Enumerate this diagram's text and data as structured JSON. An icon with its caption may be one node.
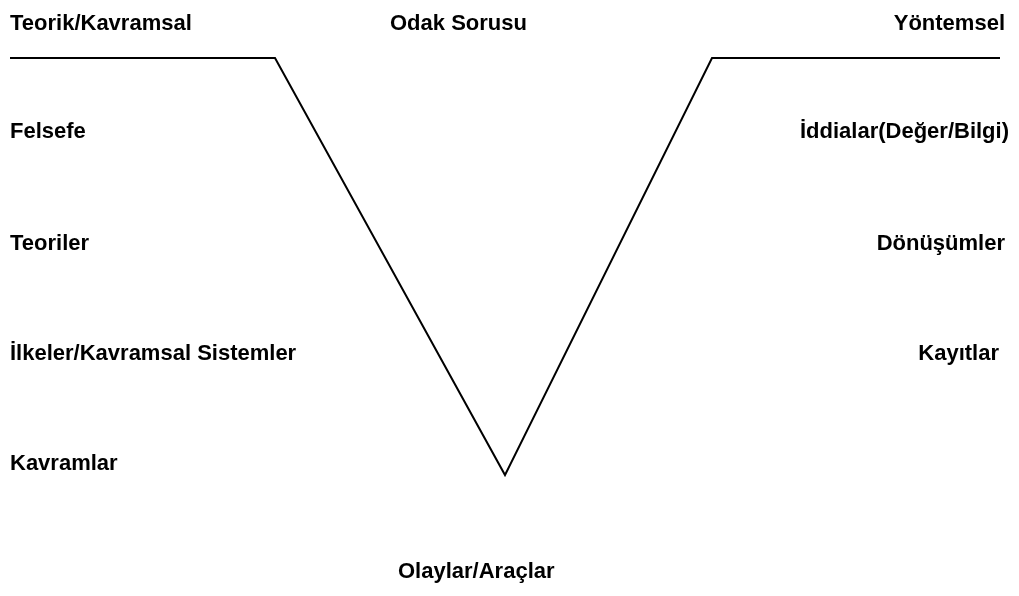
{
  "diagram": {
    "labels": [
      "Teorik/Kavramsal",
      "Odak Sorusu",
      "Yöntemsel",
      "Felsefe",
      "İddialar(Değer/Bilgi)",
      "Teoriler",
      "Dönüşümler",
      "İlkeler/Kavramsal Sistemler",
      "Kayıtlar",
      "Kavramlar",
      "Olaylar/Araçlar"
    ]
  }
}
